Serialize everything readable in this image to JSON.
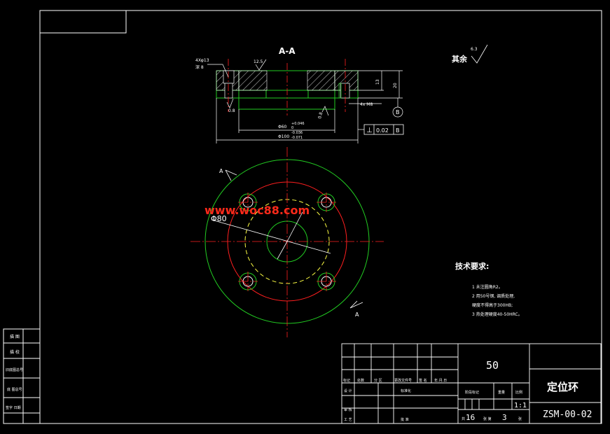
{
  "colors": {
    "frame": "#ffffff",
    "centerline": "#ff1f1f",
    "outline": "#22cc22",
    "hidden": "#ffff44",
    "watermark": "#ff2a1a",
    "background": "#000000"
  },
  "section": {
    "title": "A-A",
    "hole_spec_line1": "4Xφ13",
    "hole_spec_line2": "深 8",
    "roughness_top": "12.5",
    "roughness_left": "0.8",
    "roughness_right": "0.8",
    "dim_13": "13",
    "dim_20": "20",
    "thread_note": "4x M8",
    "datum_label": "B",
    "dim_phi60": "Φ60",
    "dim_phi60_tol_upper": "+0.046",
    "dim_phi60_tol_lower": "0",
    "dim_phi100": "Φ100",
    "dim_phi100_tol_upper": "-0.036",
    "dim_phi100_tol_lower": "-0.071",
    "tolerance_symbol": "⊥",
    "tolerance_value": "0.02",
    "tolerance_datum": "B"
  },
  "remaining_roughness": {
    "label": "其余",
    "value": "6.3"
  },
  "plan_view": {
    "cut_label_top": "A",
    "cut_label_bottom": "A",
    "dim_phi80": "Φ80"
  },
  "watermark": "www.woc88.com",
  "tech": {
    "title": "技术要求:",
    "notes": [
      "1 未注圆角R2。",
      "2 用50号钢, 调质处理,",
      "   硬度不得高于300HB;",
      "3 热处理硬度40-50HRC。"
    ]
  },
  "side_table": [
    "描 图",
    "描 校",
    "旧底图总号",
    "底 图总号",
    "签字 日期"
  ],
  "title_block": {
    "material": "50",
    "part_name": "定位环",
    "drawing_no": "ZSM-00-02",
    "scale": "1:1",
    "sheet_total_prefix": "共",
    "sheet_total": "16",
    "sheet_no_label": "张 第",
    "sheet_no": "3",
    "sheet_suffix": "张",
    "col_labels": [
      "标记",
      "处数",
      "分 区",
      "更改文件号",
      "签 名",
      "年.月.日"
    ],
    "row_labels": [
      "设 计",
      "审 核",
      "工 艺"
    ],
    "std_label": "标准化",
    "approve_label": "批 准",
    "stage_label": "阶段标记",
    "weight_label": "重量",
    "ratio_label": "比例"
  }
}
